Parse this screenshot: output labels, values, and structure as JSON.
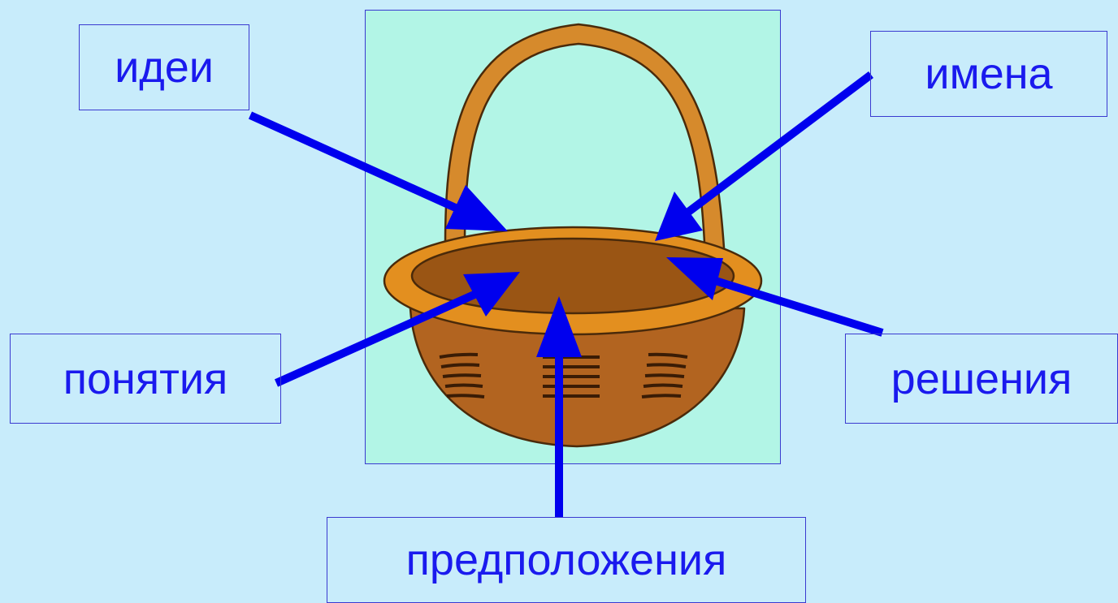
{
  "labels": {
    "idei": "идеи",
    "imena": "имена",
    "ponyatiya": "понятия",
    "resheniya": "решения",
    "predpolozheniya": "предположения"
  },
  "colors": {
    "background": "#c8ecfb",
    "frame_fill": "#b2f5e6",
    "label_text": "#1a1aee",
    "arrow": "#0000ee",
    "basket_main": "#d2882f",
    "basket_dark": "#8a4a12"
  },
  "illustration": {
    "name": "basket-illustration",
    "icon": "basket-icon"
  }
}
